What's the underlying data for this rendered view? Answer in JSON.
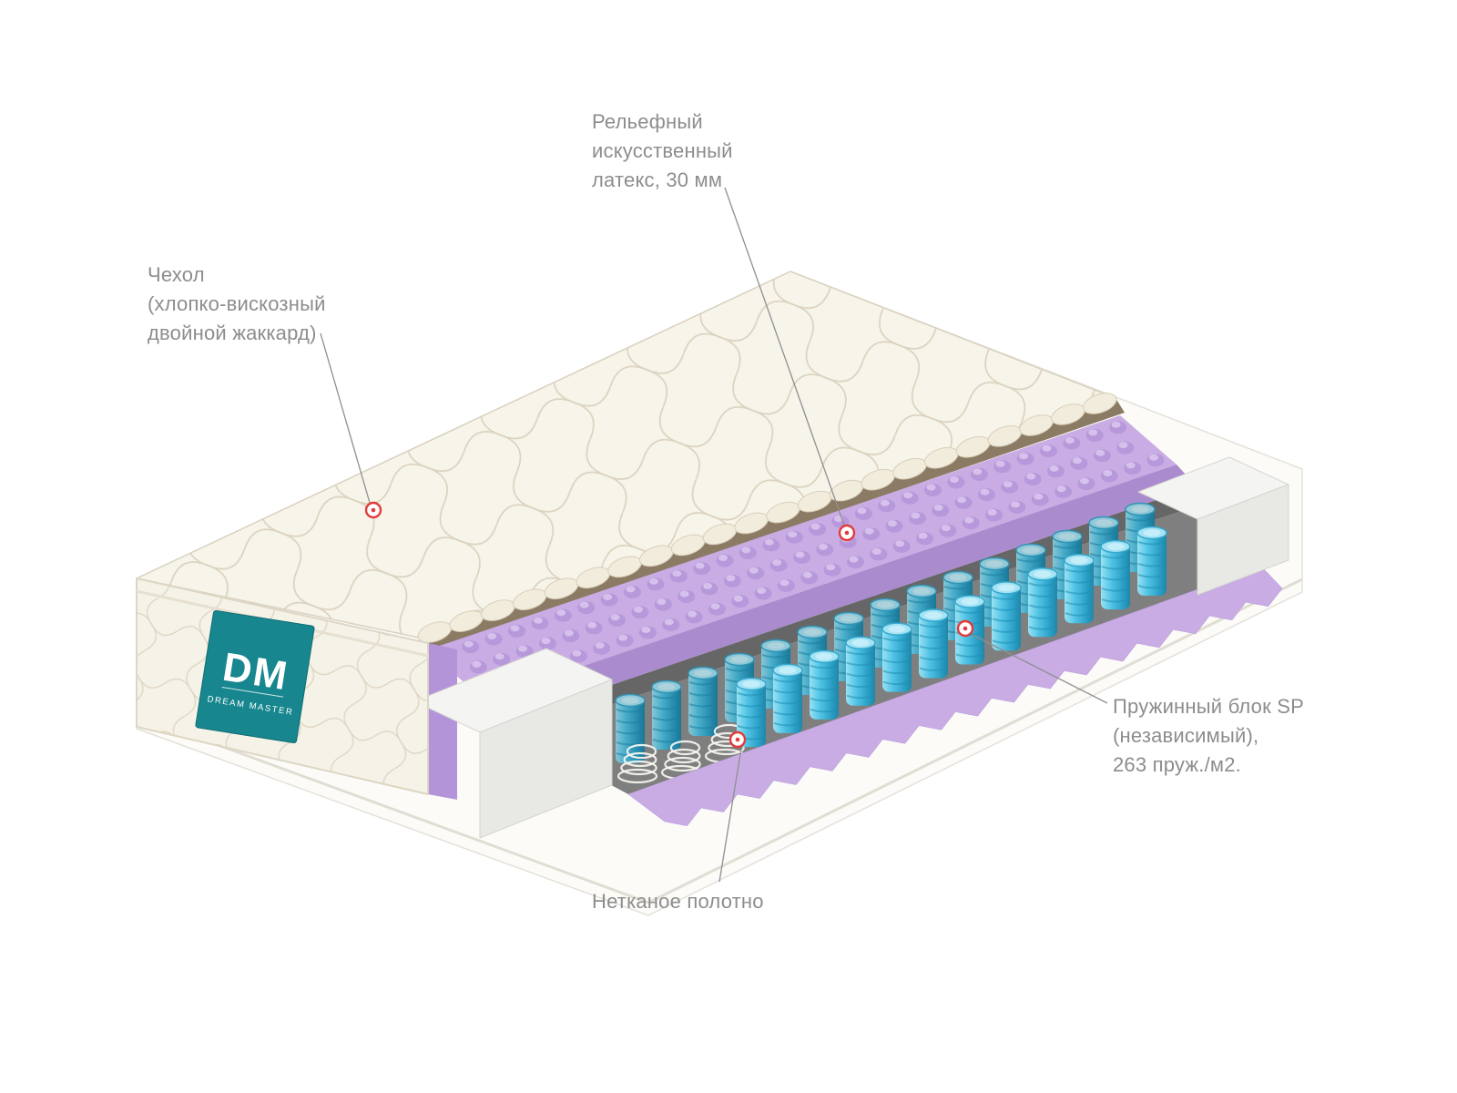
{
  "page": {
    "background": "#ffffff"
  },
  "annotations": {
    "latex": {
      "lines": [
        "Рельефный",
        "искусственный",
        "латекс, 30 мм"
      ]
    },
    "cover": {
      "lines": [
        "Чехол",
        "(хлопко-вискозный",
        "двойной жаккард)"
      ]
    },
    "spring_block": {
      "lines": [
        "Пружинный блок SP",
        "(независимый),",
        "263 пруж./м2."
      ]
    },
    "nonwoven": {
      "lines": [
        "Нетканое полотно"
      ]
    }
  },
  "brand": {
    "initials": "DM",
    "name": "DREAM MASTER",
    "label_color": "#17868e"
  },
  "colors": {
    "annotation_text": "#8d8d8d",
    "leader_line": "#8f8f8f",
    "marker_ring": "#e23b3b",
    "quilt_cream": "#f7f4ea",
    "latex_purple": "#c9ace4",
    "nonwoven_gray": "#6f6f6f",
    "spring_teal": "#49bfe3",
    "foam_white": "#f4f4f2"
  }
}
